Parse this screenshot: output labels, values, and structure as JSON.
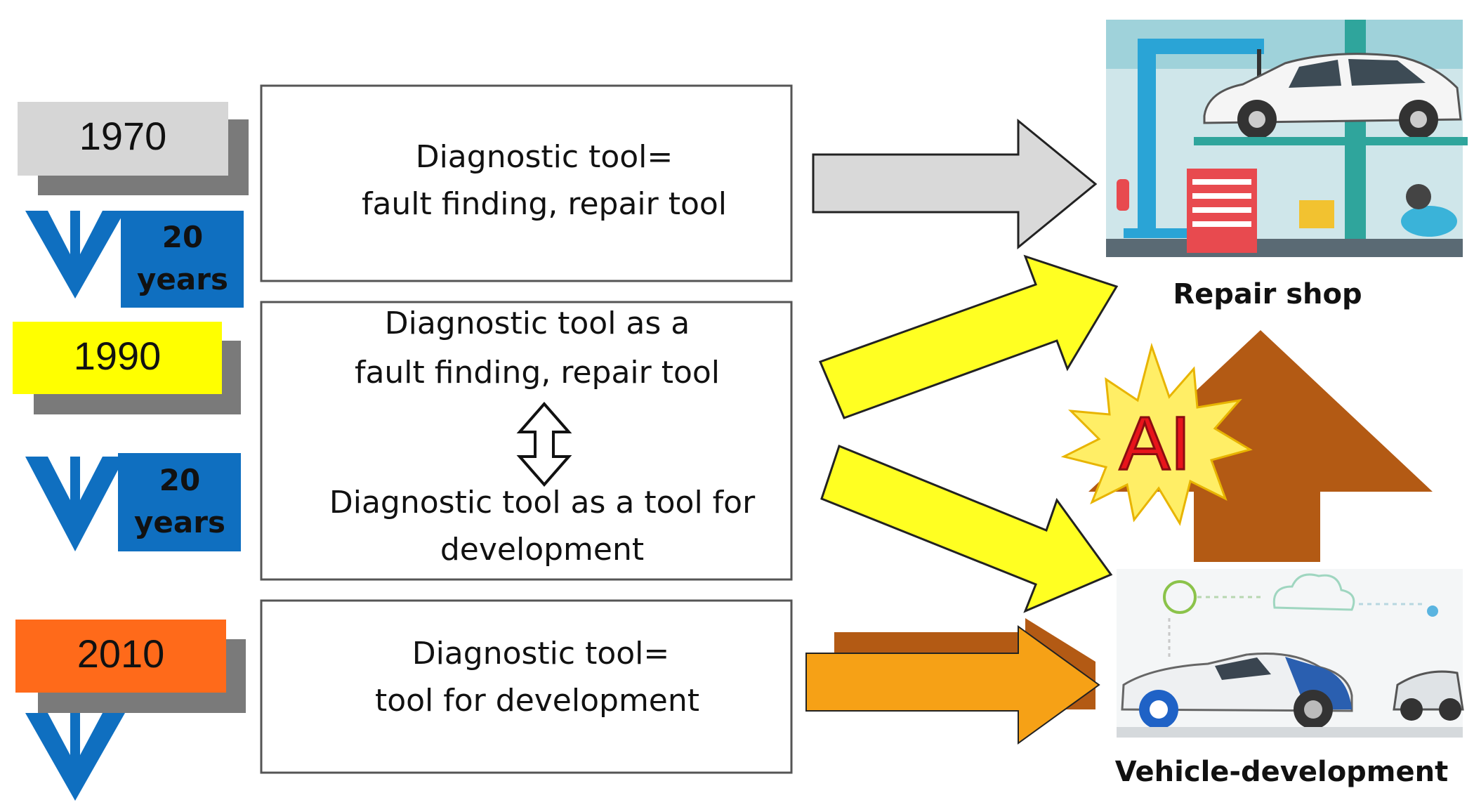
{
  "timeline": {
    "years": [
      "1970",
      "1990",
      "2010"
    ],
    "interval_value": "20",
    "interval_unit": "years"
  },
  "boxes": [
    {
      "lines": [
        "Diagnostic tool=",
        "fault finding, repair tool"
      ]
    },
    {
      "lines_top": [
        "Diagnostic tool as a",
        "fault finding, repair tool"
      ],
      "lines_bottom": [
        "Diagnostic tool as a tool for",
        "development"
      ]
    },
    {
      "lines": [
        "Diagnostic tool=",
        "tool for development"
      ]
    }
  ],
  "destinations": {
    "repair_shop": "Repair shop",
    "vehicle_development": "Vehicle-development"
  },
  "ai_label": "AI",
  "colors": {
    "year_1970": "#d6d6d6",
    "year_1990": "#ffff00",
    "year_2010": "#ff6a1a",
    "shadow": "#7a7a7a",
    "interval_blue": "#0f6fc0",
    "arrow_gray": "#d9d9d9",
    "arrow_yellow": "#ffff22",
    "arrow_orange": "#f6a116",
    "arrow_brown": "#b35a14",
    "ai_burst": "#ffee66",
    "ai_text": "#e8141b"
  }
}
